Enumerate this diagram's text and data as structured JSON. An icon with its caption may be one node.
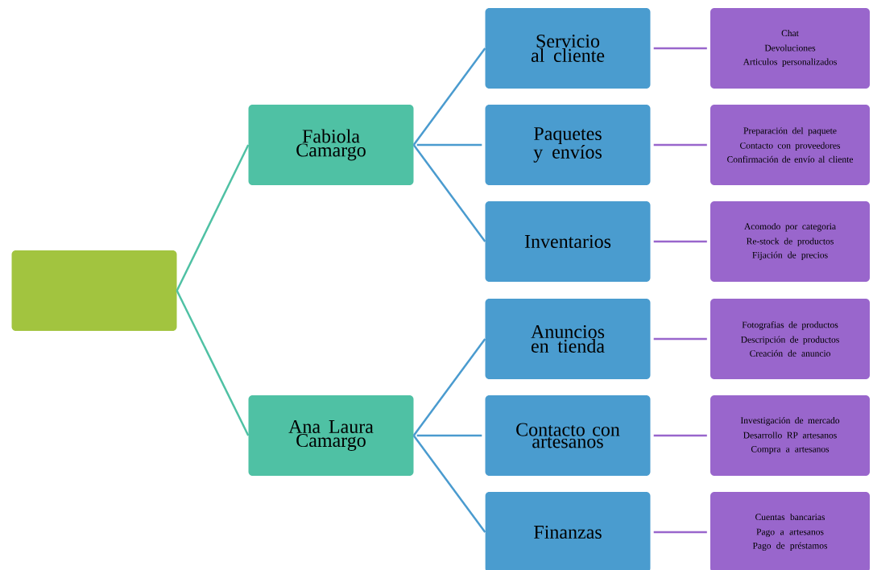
{
  "diagram": {
    "nodes": [
      {
        "text": [],
        "shape": "box"
      },
      {
        "text": [
          "Fabiola Camargo"
        ]
      },
      {
        "text": [
          "Ana Laura Camargo"
        ]
      },
      {
        "text": [
          "Servicio al cliente"
        ]
      },
      {
        "text": [
          "Paquetes y envíos"
        ]
      },
      {
        "text": [
          "Inventarios"
        ]
      },
      {
        "text": [
          "Anuncios en tienda"
        ]
      },
      {
        "text": [
          "Contacto con artesanos"
        ]
      },
      {
        "text": [
          "Finanzas"
        ]
      },
      {
        "text": [
          "Chat",
          "Devoluciones",
          "Articulos personalizados"
        ]
      },
      {
        "text": [
          "Preparación del paquete",
          "Contacto con proveedores",
          "Confirmación de envío al cliente"
        ]
      },
      {
        "text": [
          "Acomodo por categoria",
          "Re-stock de productos",
          "Fijación de precios"
        ]
      },
      {
        "text": [
          "Fotografias de productos",
          "Descripción de productos",
          "Creación de anuncio"
        ]
      },
      {
        "text": [
          "Investigación de mercado",
          "Desarrollo RP artesanos",
          "Compra a artesanos"
        ]
      },
      {
        "text": [
          "Cuentas bancarias",
          "Pago a artesanos",
          "Pago de préstamos"
        ]
      }
    ],
    "edges": [
      {
        "from": 0,
        "to": 1,
        "arrow": "none",
        "color": "#4fc1a4"
      },
      {
        "from": 0,
        "to": 2,
        "arrow": "none",
        "color": "#4fc1a4"
      },
      {
        "from": 1,
        "to": 3,
        "arrow": "none",
        "color": "#4a9bcf"
      },
      {
        "from": 1,
        "to": 4,
        "arrow": "none",
        "color": "#4a9bcf"
      },
      {
        "from": 1,
        "to": 5,
        "arrow": "none",
        "color": "#4a9bcf"
      },
      {
        "from": 2,
        "to": 6,
        "arrow": "none",
        "color": "#4a9bcf"
      },
      {
        "from": 2,
        "to": 7,
        "arrow": "none",
        "color": "#4a9bcf"
      },
      {
        "from": 2,
        "to": 8,
        "arrow": "none",
        "color": "#4a9bcf"
      },
      {
        "from": 3,
        "to": 9,
        "arrow": "none",
        "color": "#9966cc"
      },
      {
        "from": 4,
        "to": 10,
        "arrow": "none",
        "color": "#9966cc"
      },
      {
        "from": 5,
        "to": 11,
        "arrow": "none",
        "color": "#9966cc"
      },
      {
        "from": 6,
        "to": 12,
        "arrow": "none",
        "color": "#9966cc"
      },
      {
        "from": 7,
        "to": 13,
        "arrow": "none",
        "color": "#9966cc"
      },
      {
        "from": 8,
        "to": 14,
        "arrow": "none",
        "color": "#9966cc"
      }
    ]
  }
}
